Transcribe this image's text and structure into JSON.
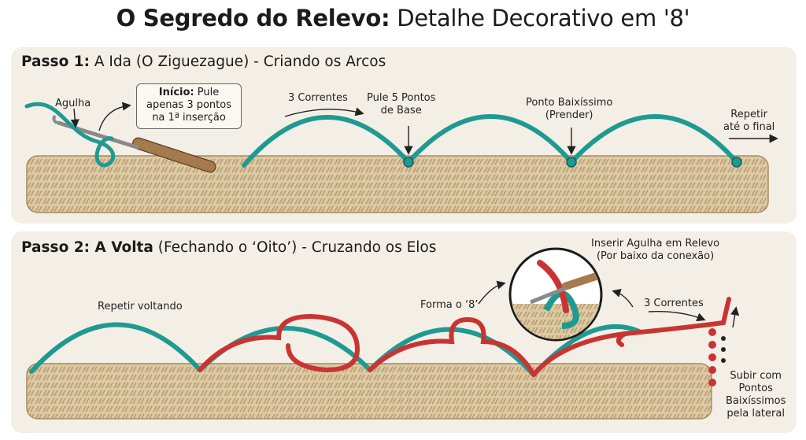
{
  "title": {
    "bold": "O Segredo do Relevo:",
    "rest": "Detalhe Decorativo em '8'"
  },
  "step1": {
    "label_bold": "Passo 1:",
    "label_rest": "A Ida (O Ziguezague) - Criando os Arcos",
    "agulha": "Agulha",
    "inicio_bold": "Início:",
    "inicio_line1": "Pule",
    "inicio_line2": "apenas 3 pontos",
    "inicio_line3": "na 1ª inserção",
    "correntes": "3 Correntes",
    "pule_line1": "Pule 5 Pontos",
    "pule_line2": "de Base",
    "ponto_line1": "Ponto Baixíssimo",
    "ponto_line2": "(Prender)",
    "repetir_line1": "Repetir",
    "repetir_line2": "até o final"
  },
  "step2": {
    "label_bold": "Passo 2: A Volta",
    "label_mid": "(Fechando o ‘Oito’)",
    "label_rest": "- Cruzando os Elos",
    "repetir": "Repetir voltando",
    "forma": "Forma o ‘8’",
    "inserir_line1": "Inserir Agulha em Relevo",
    "inserir_line2": "(Por baixo da conexão)",
    "correntes": "3 Correntes",
    "subir_line1": "Subir com",
    "subir_line2": "Pontos",
    "subir_line3": "Baixíssimos",
    "subir_line4": "pela lateral"
  },
  "colors": {
    "teal": "#1f9a92",
    "red": "#c93432",
    "yarn": "#ddc9a4",
    "panel": "#f4efe6"
  }
}
